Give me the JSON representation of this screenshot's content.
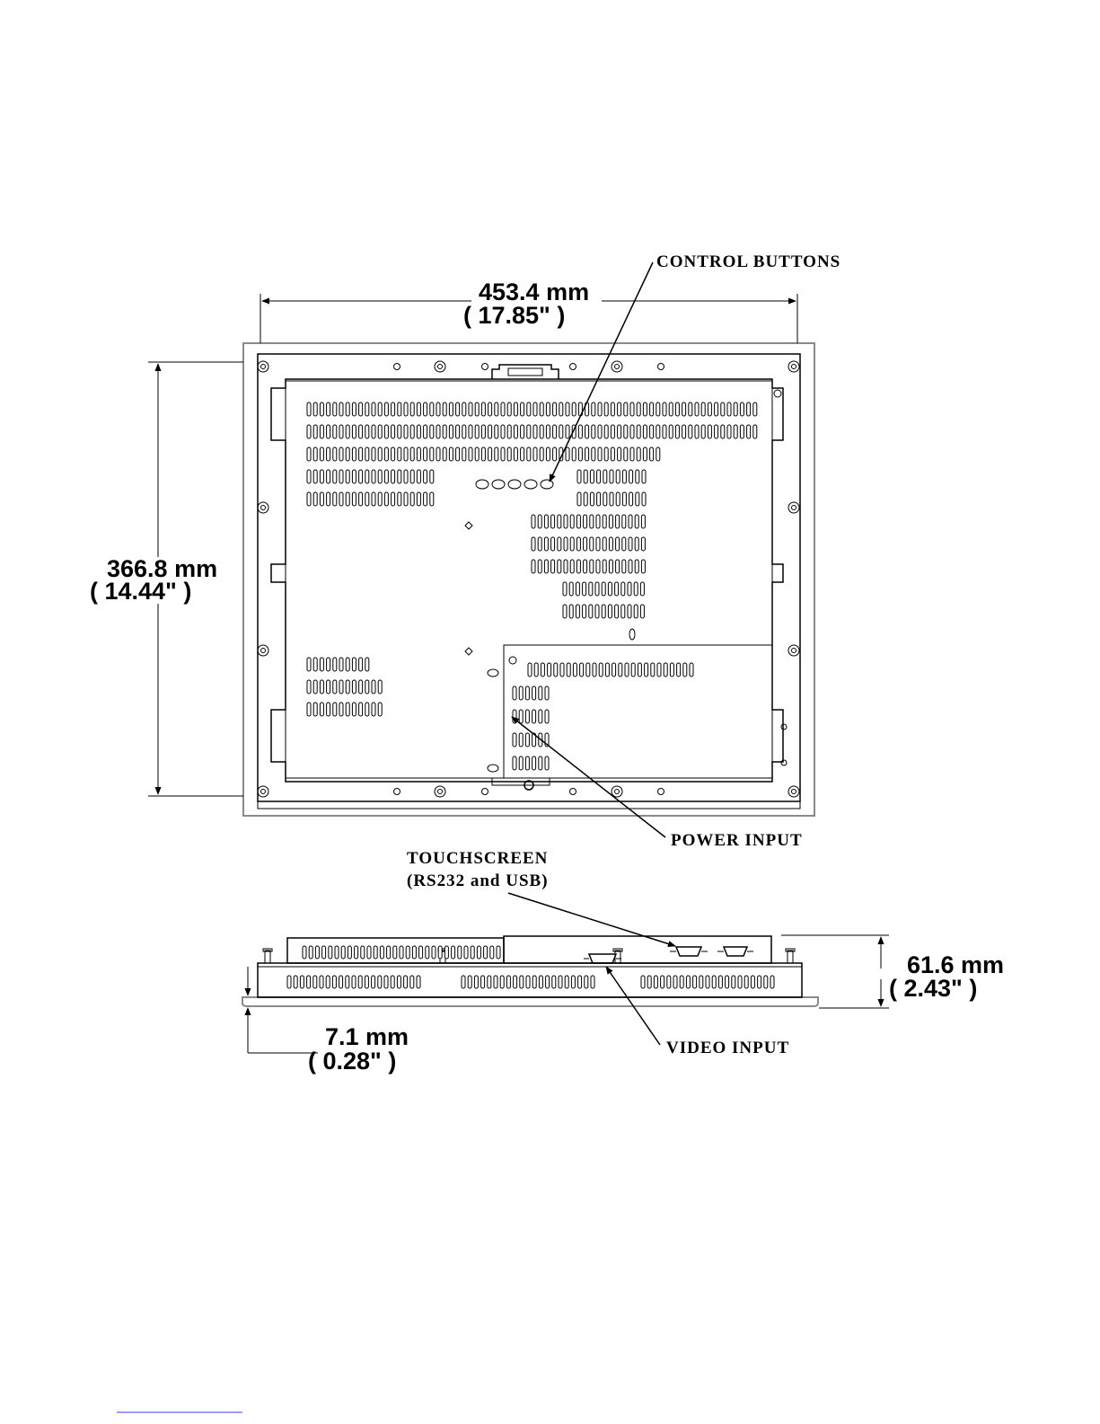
{
  "dimensions": {
    "width": {
      "mm": "453.4 mm",
      "inch": "( 17.85\" )"
    },
    "height": {
      "mm": "366.8 mm",
      "inch": "( 14.44\" )"
    },
    "depth": {
      "mm": "61.6 mm",
      "inch": "( 2.43\" )"
    },
    "bezel": {
      "mm": "7.1 mm",
      "inch": "( 0.28\" )"
    }
  },
  "callouts": {
    "control_buttons": "CONTROL BUTTONS",
    "power_input": "POWER INPUT",
    "touchscreen_line1": "TOUCHSCREEN",
    "touchscreen_line2": "(RS232 and USB)",
    "video_input": "VIDEO INPUT"
  }
}
